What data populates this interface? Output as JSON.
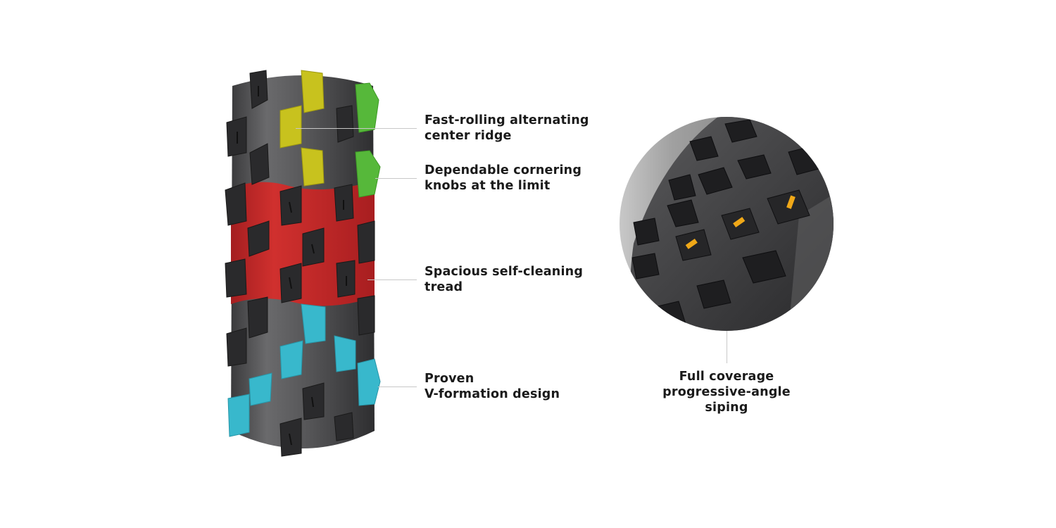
{
  "diagram": {
    "subject": "mountain bike tire tread features",
    "colors": {
      "background": "#ffffff",
      "tire_rubber": "#4a4a4c",
      "tire_shadow": "#2c2c2e",
      "center_ridge": "#c8c21e",
      "cornering_knobs": "#56b83a",
      "self_cleaning_tread": "#c8282a",
      "v_formation": "#38b8cc",
      "siping_highlight": "#f0a818",
      "callout_line": "#c8c8c8",
      "label_text": "#1a1a1a"
    },
    "callouts": [
      {
        "id": "center-ridge",
        "line1": "Fast-rolling alternating",
        "line2": "center ridge",
        "color_key": "center_ridge"
      },
      {
        "id": "cornering-knobs",
        "line1": "Dependable cornering",
        "line2": "knobs at the limit",
        "color_key": "cornering_knobs"
      },
      {
        "id": "self-cleaning",
        "line1": "Spacious self-cleaning",
        "line2": "tread",
        "color_key": "self_cleaning_tread"
      },
      {
        "id": "v-formation",
        "line1": "Proven",
        "line2": "V-formation design",
        "color_key": "v_formation"
      }
    ],
    "detail": {
      "line1": "Full coverage",
      "line2": "progressive-angle",
      "line3": "siping"
    }
  }
}
